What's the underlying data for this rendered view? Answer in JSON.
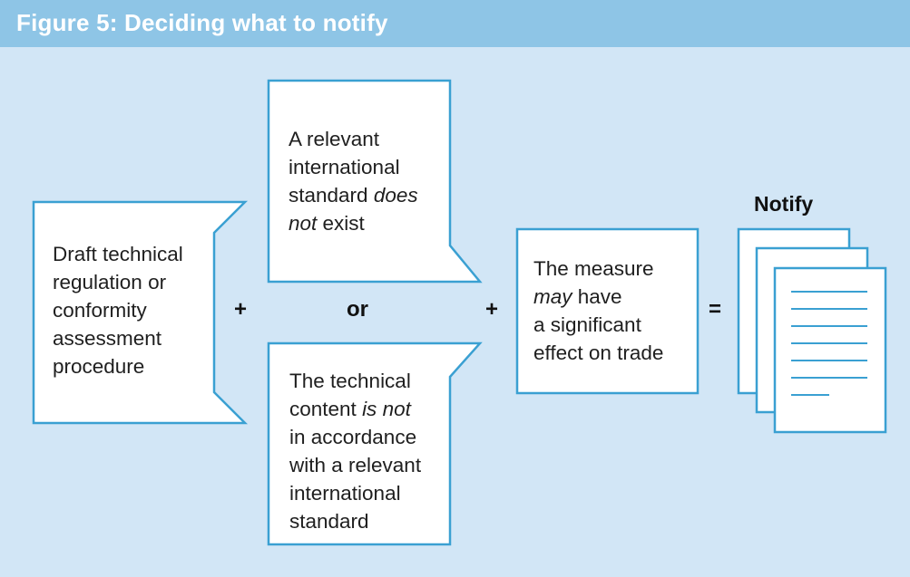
{
  "figure": {
    "title": "Figure 5: Deciding what to notify"
  },
  "boxes": {
    "draft": {
      "lines": [
        "Draft technical",
        "regulation or",
        "conformity",
        "assessment",
        "procedure"
      ]
    },
    "no_standard": {
      "line1": "A relevant",
      "line2": "international",
      "line3_plain": "standard ",
      "line3_em": "does",
      "line4_em": "not",
      "line4_plain": " exist"
    },
    "not_accordance": {
      "line1": "The technical",
      "line2_plain": "content ",
      "line2_em": "is not",
      "line3": "in accordance",
      "line4": "with a relevant",
      "line5": "international",
      "line6": "standard"
    },
    "measure": {
      "line1": "The measure",
      "line2_em": "may",
      "line2_plain": " have",
      "line3": "a significant",
      "line4": "effect on trade"
    }
  },
  "operators": {
    "plus1": "+",
    "or": "or",
    "plus2": "+",
    "equals": "="
  },
  "result": {
    "title": "Notify"
  },
  "colors": {
    "header": "#8ec5e6",
    "background": "#d2e6f6",
    "stroke": "#3aa0d2",
    "box_fill": "#ffffff"
  },
  "icons": {
    "result": "document-stack-icon"
  }
}
